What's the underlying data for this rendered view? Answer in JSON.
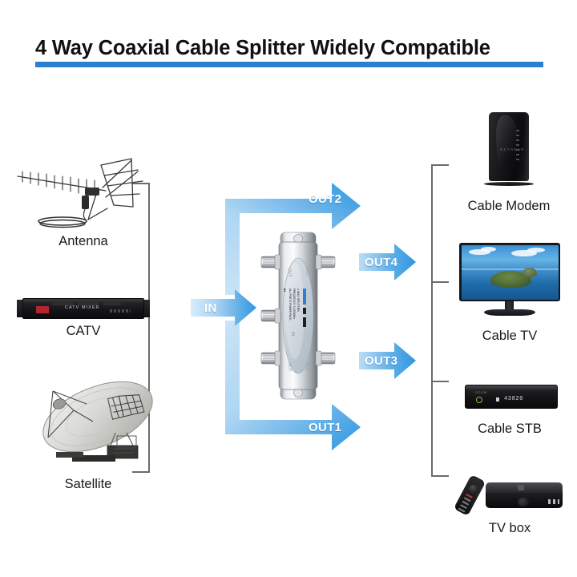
{
  "header": {
    "title": "4 Way Coaxial Cable Splitter Widely Compatible",
    "rule_color": "#2a7fd1"
  },
  "colors": {
    "arrow_blue": "#2e96e0",
    "arrow_blue_light": "#cfe6f8",
    "bracket": "#6b6b6b",
    "text": "#1a1a1a",
    "title": "#111111"
  },
  "diagram": {
    "sources": [
      {
        "id": "antenna",
        "label": "Antenna"
      },
      {
        "id": "catv",
        "label": "CATV"
      },
      {
        "id": "satellite",
        "label": "Satellite"
      }
    ],
    "outputs": [
      {
        "id": "cable-modem",
        "label": "Cable Modem"
      },
      {
        "id": "cable-tv",
        "label": "Cable TV"
      },
      {
        "id": "cable-stb",
        "label": "Cable STB"
      },
      {
        "id": "tv-box",
        "label": "TV box"
      }
    ],
    "flows": [
      {
        "id": "in",
        "label": "IN",
        "shape": "straight"
      },
      {
        "id": "out1",
        "label": "OUT1",
        "shape": "elbow-down"
      },
      {
        "id": "out2",
        "label": "OUT2",
        "shape": "elbow-up"
      },
      {
        "id": "out3",
        "label": "OUT3",
        "shape": "straight"
      },
      {
        "id": "out4",
        "label": "OUT4",
        "shape": "straight"
      }
    ]
  },
  "device_details": {
    "catv": {
      "face_text": "CATV MIXER"
    },
    "modem": {
      "brand_text": "NETGEAR"
    },
    "stb": {
      "display_text": "43820",
      "brand_text": "DCOM"
    },
    "splitter": {
      "port_in_text": "IN",
      "port_out_text": "OUT",
      "label_line1": "4 WAY SPLITTER",
      "label_line2": "FREQUENCY: 5-2300MHz",
      "label_line3": "ALL PORTS POWER PASS"
    }
  }
}
